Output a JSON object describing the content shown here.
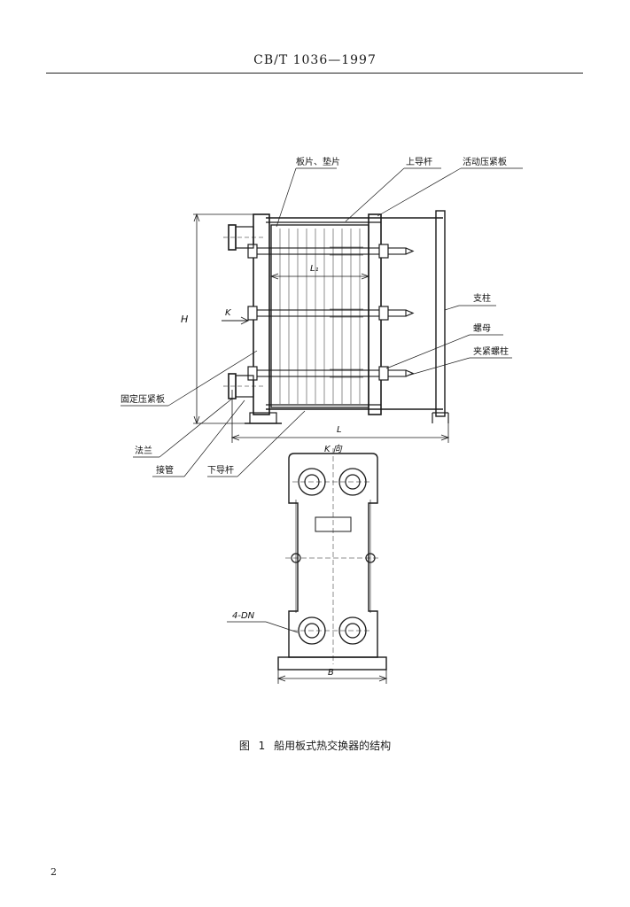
{
  "header": {
    "standard_code": "CB/T 1036—1997"
  },
  "figure": {
    "labels": {
      "plates": "板片、垫片",
      "upper_guide_bar": "上导杆",
      "movable_press_plate": "活动压紧板",
      "dim_l1": "L₁",
      "dim_h": "H",
      "view_k": "K",
      "support_column": "支柱",
      "nut": "螺母",
      "clamping_bolt": "夹紧螺柱",
      "fixed_press_plate": "固定压紧板",
      "flange": "法兰",
      "nozzle": "接管",
      "lower_guide_bar": "下导杆",
      "dim_l": "L",
      "k_view_title": "K 向",
      "ports": "4-DN",
      "dim_b": "B"
    },
    "caption": "图 1  船用板式热交换器的结构"
  },
  "page_number": "2"
}
